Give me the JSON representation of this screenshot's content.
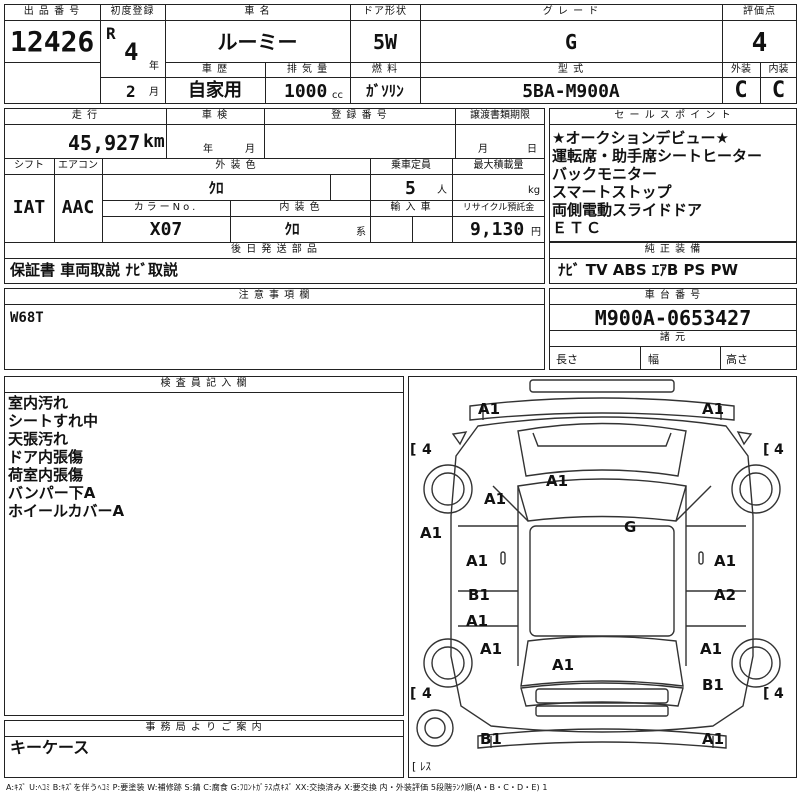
{
  "header_labels": {
    "lot_no": "出 品 番 号",
    "first_reg": "初度登録",
    "car_name": "車 名",
    "door": "ドア形状",
    "grade": "グ レ ー ド",
    "score": "評価点",
    "history": "車 歴",
    "displacement": "排 気 量",
    "fuel": "燃 料",
    "model_code": "型 式",
    "exterior": "外装",
    "interior": "内装",
    "year_unit": "年",
    "month_unit": "月",
    "cc_unit": "cc"
  },
  "header": {
    "lot_no": "12426",
    "era": "R",
    "year": "4",
    "month": "2",
    "car_name": "ルーミー",
    "door": "5W",
    "grade": "G",
    "score": "4",
    "history": "自家用",
    "displacement": "1000",
    "fuel": "ｶﾞｿﾘﾝ",
    "model_code": "5BA-M900A",
    "exterior_grade": "C",
    "interior_grade": "C"
  },
  "spec_labels": {
    "mileage": "走 行",
    "inspection": "車 検",
    "reg_no": "登 録 番 号",
    "transfer": "譲渡書類期限",
    "shift": "シフト",
    "aircon": "エアコン",
    "ext_color": "外 装 色",
    "capacity": "乗車定員",
    "max_load": "最大積載量",
    "color_no": "カラーNo.",
    "int_color": "内 装 色",
    "import": "輸 入 車",
    "recycle": "リサイクル預託金",
    "km_unit": "km",
    "year_unit": "年",
    "month_unit": "月",
    "day_unit": "日",
    "person_unit": "人",
    "kg_unit": "kg",
    "series_unit": "系",
    "yen_unit": "円",
    "later_parts": "後 日 発 送 部 品"
  },
  "specs": {
    "mileage": "45,927",
    "shift": "IAT",
    "aircon": "AAC",
    "ext_color": "ｸﾛ",
    "capacity": "5",
    "color_no": "X07",
    "int_color": "ｸﾛ",
    "recycle": "9,130",
    "later_parts": "保証書 車両取説 ﾅﾋﾞ取説"
  },
  "sales": {
    "title": "セ ー ル ス ポ イ ン ト",
    "lines": [
      "★オークションデビュー★",
      "運転席・助手席シートヒーター",
      "バックモニター",
      "スマートストップ",
      "両側電動スライドドア",
      "ＥＴＣ"
    ]
  },
  "equipment": {
    "title": "純 正 装 備",
    "value": "ﾅﾋﾞ TV ABS ｴｱB PS PW"
  },
  "notes": {
    "title": "注 意 事 項 欄",
    "value": "W68T"
  },
  "chassis": {
    "title": "車 台 番 号",
    "value": "M900A-0653427",
    "dims_title": "諸 元",
    "length_label": "長さ",
    "width_label": "幅",
    "height_label": "高さ"
  },
  "inspector": {
    "title": "検 査 員 記 入 欄",
    "lines": [
      "室内汚れ",
      "シートすれ中",
      "天張汚れ",
      "ドア内張傷",
      "荷室内張傷",
      "バンパー下A",
      "ホイールカバーA"
    ]
  },
  "office": {
    "title": "事 務 局 よ り ご 案 内",
    "value": "キーケース"
  },
  "diagram": {
    "marks": {
      "front_left": "A1",
      "front_right": "A1",
      "hood": "A1",
      "front_left_fender": "A1",
      "roof": "G",
      "left_side": "A1",
      "front_left_door": "A1",
      "front_right_door": "A1",
      "rear_left_door_upper": "B1",
      "rear_left_door_lower": "A1",
      "rear_right_door": "A2",
      "rear_left_quarter": "A1",
      "rear_right_quarter": "A1",
      "trunk": "A1",
      "rear_right_wheel": "B1",
      "rear_left_bumper": "B1",
      "rear_right_bumper": "A1"
    },
    "tread": {
      "front_left": "4",
      "front_right": "4",
      "rear_left": "4",
      "rear_right": "4"
    },
    "spare": "ﾚｽ"
  },
  "legend": "A:ｷｽﾞ U:ﾍｺﾐ B:ｷｽﾞを伴うﾍｺﾐ P:要塗装 W:補修跡 S:錆 C:腐食 G:ﾌﾛﾝﾄｶﾞﾗｽ点ｷｽﾞ XX:交換済み X:要交換 内・外装評価 5段階ﾗﾝｸ順(A・B・C・D・E) 1"
}
